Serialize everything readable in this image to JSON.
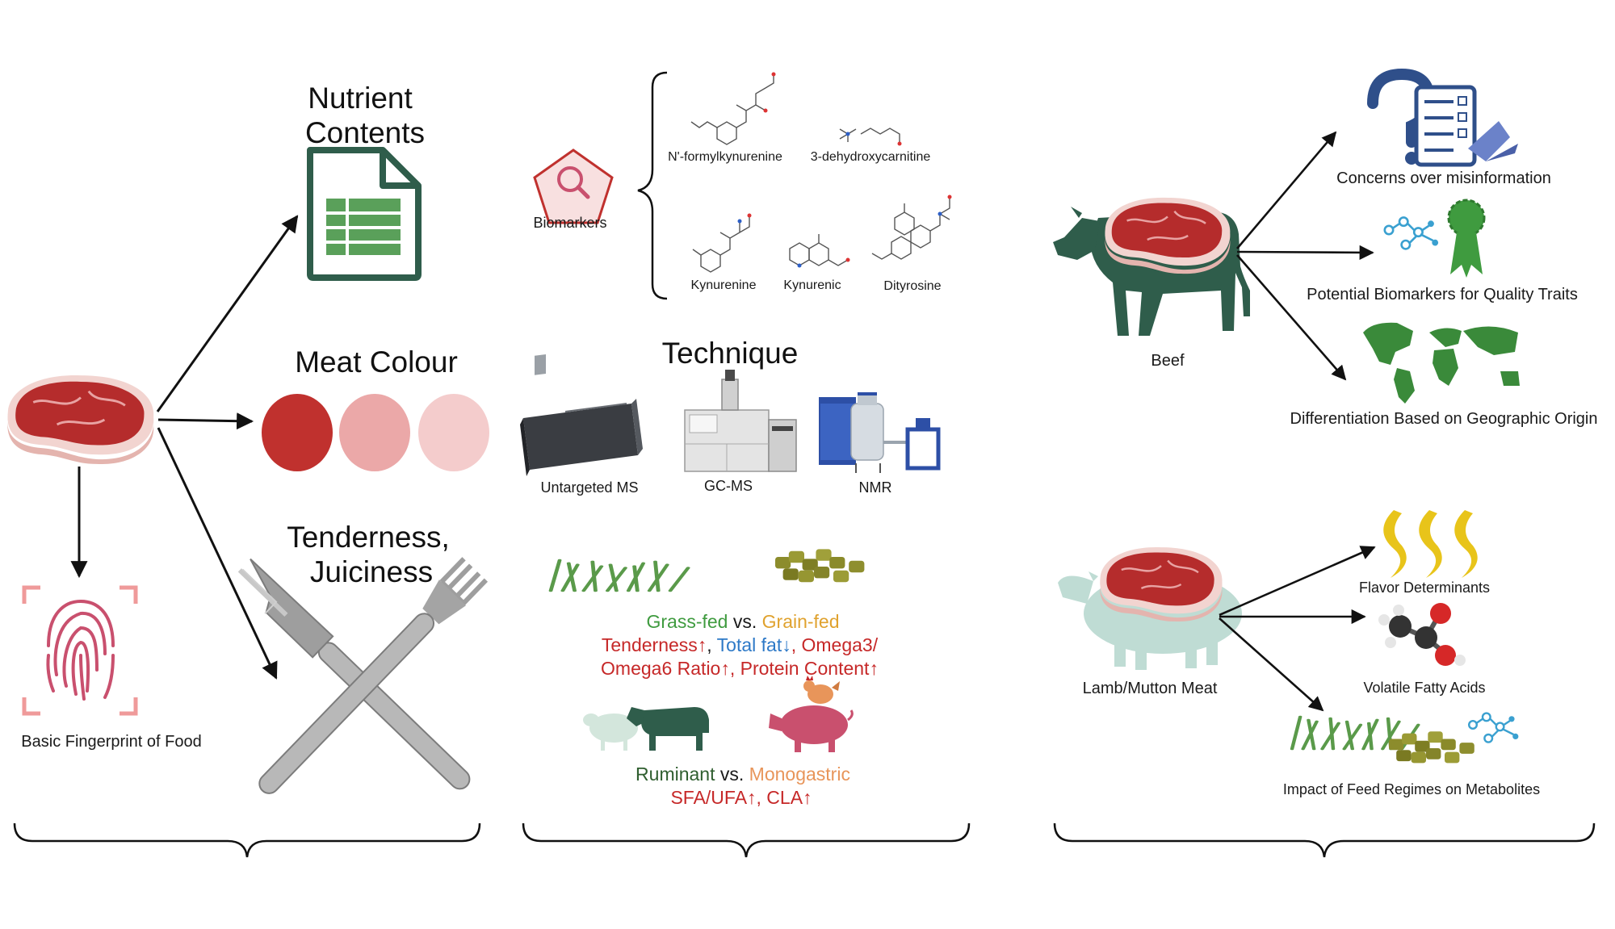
{
  "left_panel": {
    "fingerprint_label": "Basic Fingerprint of Food",
    "nutrient_title_line1": "Nutrient",
    "nutrient_title_line2": "Contents",
    "colour_title": "Meat Colour",
    "tenderness_title_line1": "Tenderness,",
    "tenderness_title_line2": "Juiciness",
    "colour_swatches": [
      "#c0312e",
      "#eba8a8",
      "#f4cccc"
    ]
  },
  "middle_panel": {
    "biomarkers_label": "Biomarkers",
    "compounds": [
      "N'-formylkynurenine",
      "3-dehydroxycarnitine",
      "Kynurenine",
      "Kynurenic",
      "Dityrosine"
    ],
    "technique_title": "Technique",
    "techniques": [
      "Untargeted MS",
      "GC-MS",
      "NMR"
    ],
    "feed": {
      "grass": "Grass-fed",
      "vs1": " vs. ",
      "grain": "Grain-fed",
      "effect_tenderness": "Tenderness↑",
      "comma1": ", ",
      "effect_fat": "Total fat↓",
      "effect_omega_a": ", Omega3/",
      "effect_omega_b": "Omega6 Ratio↑, Protein Content↑"
    },
    "digestion": {
      "ruminant": "Ruminant",
      "vs2": " vs. ",
      "monogastric": "Monogastric",
      "effect": "SFA/UFA↑, CLA↑"
    }
  },
  "right_panel": {
    "beef_label": "Beef",
    "beef_outcomes": [
      "Concerns over misinformation",
      "Potential Biomarkers for Quality Traits",
      "Differentiation Based on Geographic Origin"
    ],
    "lamb_label": "Lamb/Mutton Meat",
    "lamb_outcomes": [
      "Flavor Determinants",
      "Volatile Fatty Acids",
      "Impact of Feed Regimes on Metabolites"
    ]
  },
  "colors": {
    "grass_green": "#3f9b3f",
    "grain_orange": "#e0a22e",
    "effect_red": "#c62828",
    "fat_blue": "#2d79c7",
    "ruminant_green": "#2f5e2f",
    "monogastric_orange": "#e8955a",
    "meat_red": "#b52c2c",
    "cow_green": "#2f5d4b",
    "sheep_mint": "#bfdcd4",
    "pig_pink": "#c9506e"
  }
}
